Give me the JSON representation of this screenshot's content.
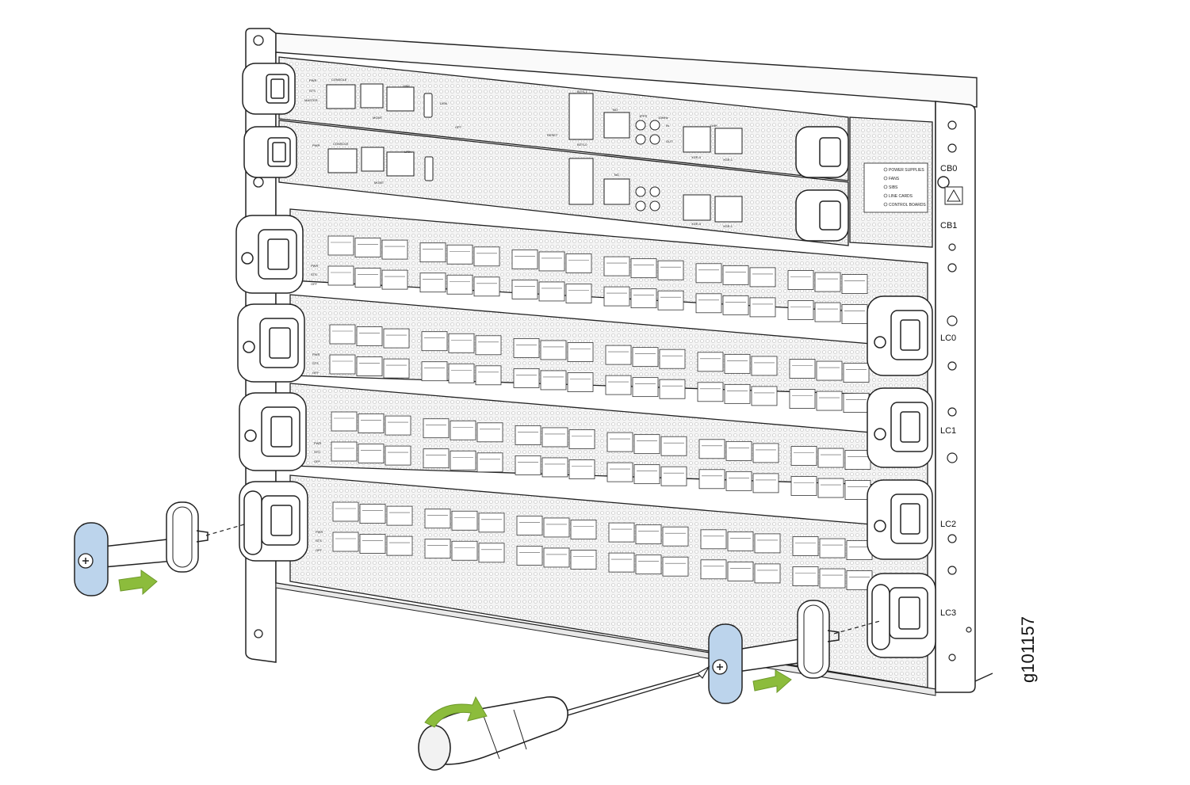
{
  "figure_id": "g101157",
  "slot_labels": {
    "cb0": "CB0",
    "cb1": "CB1",
    "lc0": "LC0",
    "lc1": "LC1",
    "lc2": "LC2",
    "lc3": "LC3"
  },
  "control_board_labels": {
    "pwr": "PWR",
    "sts": "STS",
    "master": "MASTER",
    "console": "CONSOLE",
    "mgmt": "MGMT",
    "link": "LINK",
    "bits1": "BITS-1",
    "bits0": "BITS-0",
    "tod": "ToD",
    "pps": "1PPS",
    "tenmhz": "10MHz",
    "in": "IN",
    "out": "OUT",
    "xge0": "XGE-0",
    "xge1": "XGE-1",
    "disk": "DISK",
    "opt": "OPT",
    "reset": "RESET"
  },
  "status_panel": {
    "items": [
      "POWER SUPPLIES",
      "FANS",
      "SIBS",
      "LINE CARDS",
      "CONTROL BOARDS"
    ]
  },
  "line_card_leds": [
    "PWR",
    "STS",
    "OFF"
  ],
  "colors": {
    "arrow_green": "#8cbc3c",
    "handle_blue": "#bcd4ec",
    "line": "#222222",
    "mesh": "#d8d8d8"
  },
  "icons": [
    "screw-icon",
    "rotate-arrow-icon",
    "push-arrow-icon",
    "warning-triangle-icon"
  ]
}
